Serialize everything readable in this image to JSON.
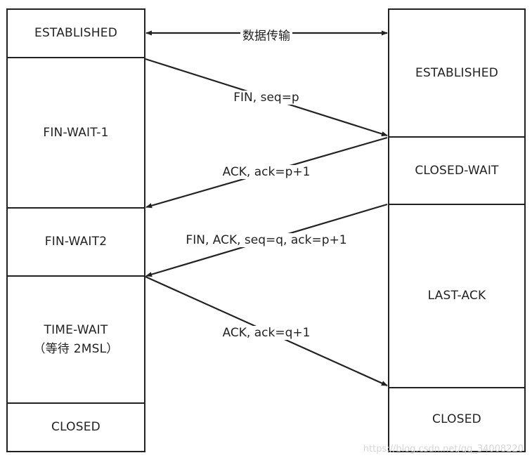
{
  "left_states": [
    {
      "id": "established",
      "label": "ESTABLISHED"
    },
    {
      "id": "fin-wait-1",
      "label": "FIN-WAIT-1"
    },
    {
      "id": "fin-wait-2",
      "label": "FIN-WAIT2"
    },
    {
      "id": "time-wait",
      "label": "TIME-WAIT\n（等待 2MSL）"
    },
    {
      "id": "closed",
      "label": "CLOSED"
    }
  ],
  "right_states": [
    {
      "id": "established",
      "label": "ESTABLISHED"
    },
    {
      "id": "closed-wait",
      "label": "CLOSED-WAIT"
    },
    {
      "id": "last-ack",
      "label": "LAST-ACK"
    },
    {
      "id": "closed",
      "label": "CLOSED"
    }
  ],
  "messages": {
    "data_transfer": "数据传输",
    "fin": "FIN, seq=p",
    "ack1": "ACK, ack=p+1",
    "fin_ack": "FIN, ACK, seq=q, ack=p+1",
    "ack2": "ACK, ack=q+1"
  },
  "watermark": "https://blog.csdn.net/qq_34008220"
}
